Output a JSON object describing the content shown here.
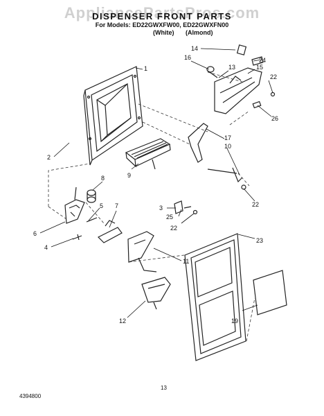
{
  "header": {
    "watermark": "AppliancePartsPros.com",
    "title": "DISPENSER FRONT PARTS",
    "models_line": "For Models: ED22GWXFW00, ED22GWXFN00",
    "color_white": "(White)",
    "color_almond": "(Almond)"
  },
  "callouts": [
    "1",
    "2",
    "3",
    "4",
    "5",
    "6",
    "7",
    "8",
    "9",
    "10",
    "11",
    "12",
    "13",
    "14",
    "15",
    "16",
    "17",
    "19",
    "22",
    "22",
    "22",
    "23",
    "24",
    "25",
    "26"
  ],
  "footer": {
    "doc_number": "4394800",
    "page_number": "13"
  }
}
